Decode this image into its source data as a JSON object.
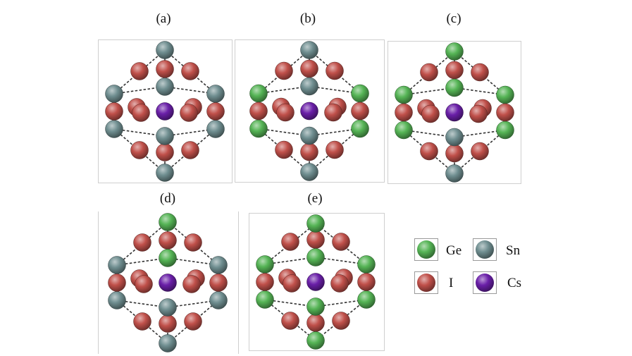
{
  "panels": [
    {
      "label": "(a)",
      "corner_atom": "sn",
      "center_top": "sn"
    },
    {
      "label": "(b)",
      "corner_atom": "sn",
      "center_top": "sn",
      "side_atoms": "ge"
    },
    {
      "label": "(c)",
      "corner_atom": "ge",
      "center_top": "ge"
    },
    {
      "label": "(d)",
      "corner_atom": "ge",
      "center_top": "ge"
    },
    {
      "label": "(e)",
      "corner_atom": "ge",
      "center_top": "ge"
    }
  ],
  "legend": [
    {
      "symbol": "Ge",
      "color": "#55b455"
    },
    {
      "symbol": "Sn",
      "color": "#6f8e90"
    },
    {
      "symbol": "I",
      "color": "#c0504a"
    },
    {
      "symbol": "Cs",
      "color": "#6a1fa8"
    }
  ],
  "colors": {
    "ge": "#55b455",
    "sn": "#6f8e90",
    "i": "#c0504a",
    "cs": "#6a1fa8",
    "frame": "#cfcfcf",
    "bond": "#333333"
  }
}
